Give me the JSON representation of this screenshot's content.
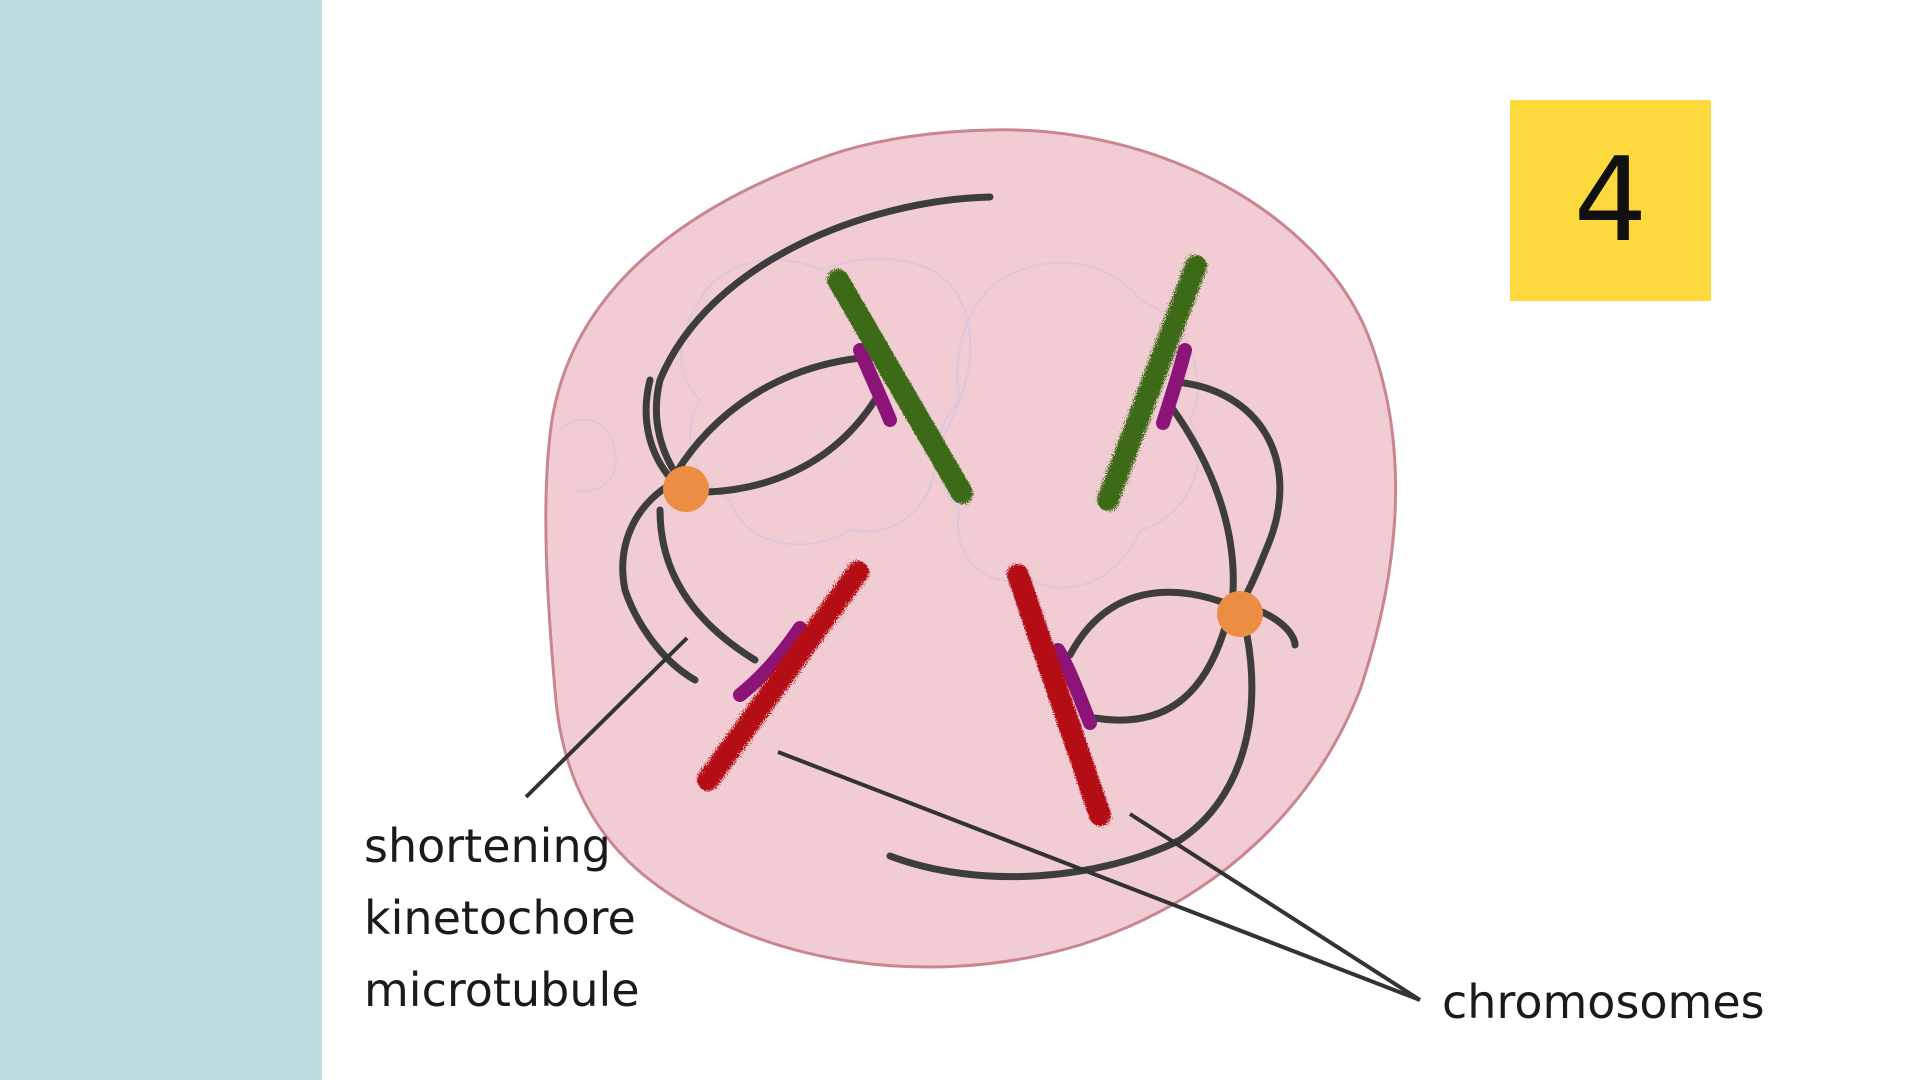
{
  "step": {
    "number": "4"
  },
  "labels": {
    "microtubule": [
      "shortening",
      "kinetochore",
      "microtubule"
    ],
    "chromosomes": "chromosomes"
  },
  "colors": {
    "sidebar": "#bcdde1",
    "badge": "#fdd93e",
    "cell_fill": "#f1cdd3",
    "cell_outline": "#c9868f",
    "centrosome": "#eb8d42",
    "microtubule": "#3d3d3d",
    "chromosome_green": "#3c6a14",
    "chromosome_red": "#b50d18",
    "kinetochore": "#8c1478"
  },
  "icons": {
    "centrosome": "orange-circle",
    "chromosome": "fuzzy-rod"
  }
}
